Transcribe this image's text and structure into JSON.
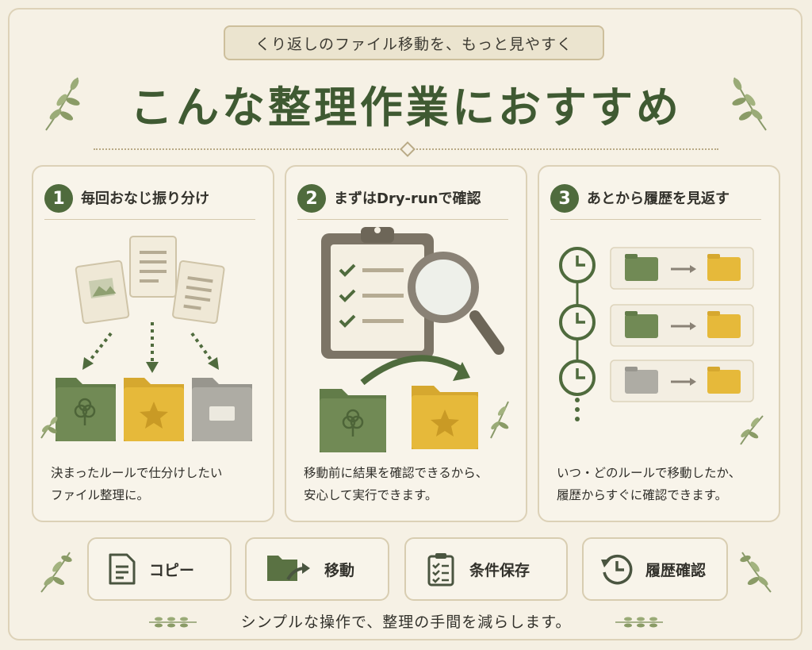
{
  "header": {
    "subtitle": "くり返しのファイル移動を、もっと見やすく",
    "title": "こんな整理作業におすすめ"
  },
  "cards": [
    {
      "number": "1",
      "heading": "毎回おなじ振り分け",
      "desc_lines": [
        "決まったルールで仕分けしたい",
        "ファイル整理に。"
      ]
    },
    {
      "number": "2",
      "heading": "まずはDry-runで確認",
      "desc_lines": [
        "移動前に結果を確認できるから、",
        "安心して実行できます。"
      ]
    },
    {
      "number": "3",
      "heading": "あとから履歴を見返す",
      "desc_lines": [
        "いつ・どのルールで移動したか、",
        "履歴からすぐに確認できます。"
      ]
    }
  ],
  "features": [
    {
      "label": "コピー",
      "icon": "document-icon"
    },
    {
      "label": "移動",
      "icon": "folder-move-icon"
    },
    {
      "label": "条件保存",
      "icon": "clipboard-checklist-icon"
    },
    {
      "label": "履歴確認",
      "icon": "history-clock-icon"
    }
  ],
  "footer": {
    "text": "シンプルな操作で、整理の手間を減らします。"
  },
  "colors": {
    "accent_green": "#4f6b3d",
    "folder_yellow": "#e6b93a",
    "folder_gray": "#a9a79f",
    "background": "#f4efe2"
  }
}
